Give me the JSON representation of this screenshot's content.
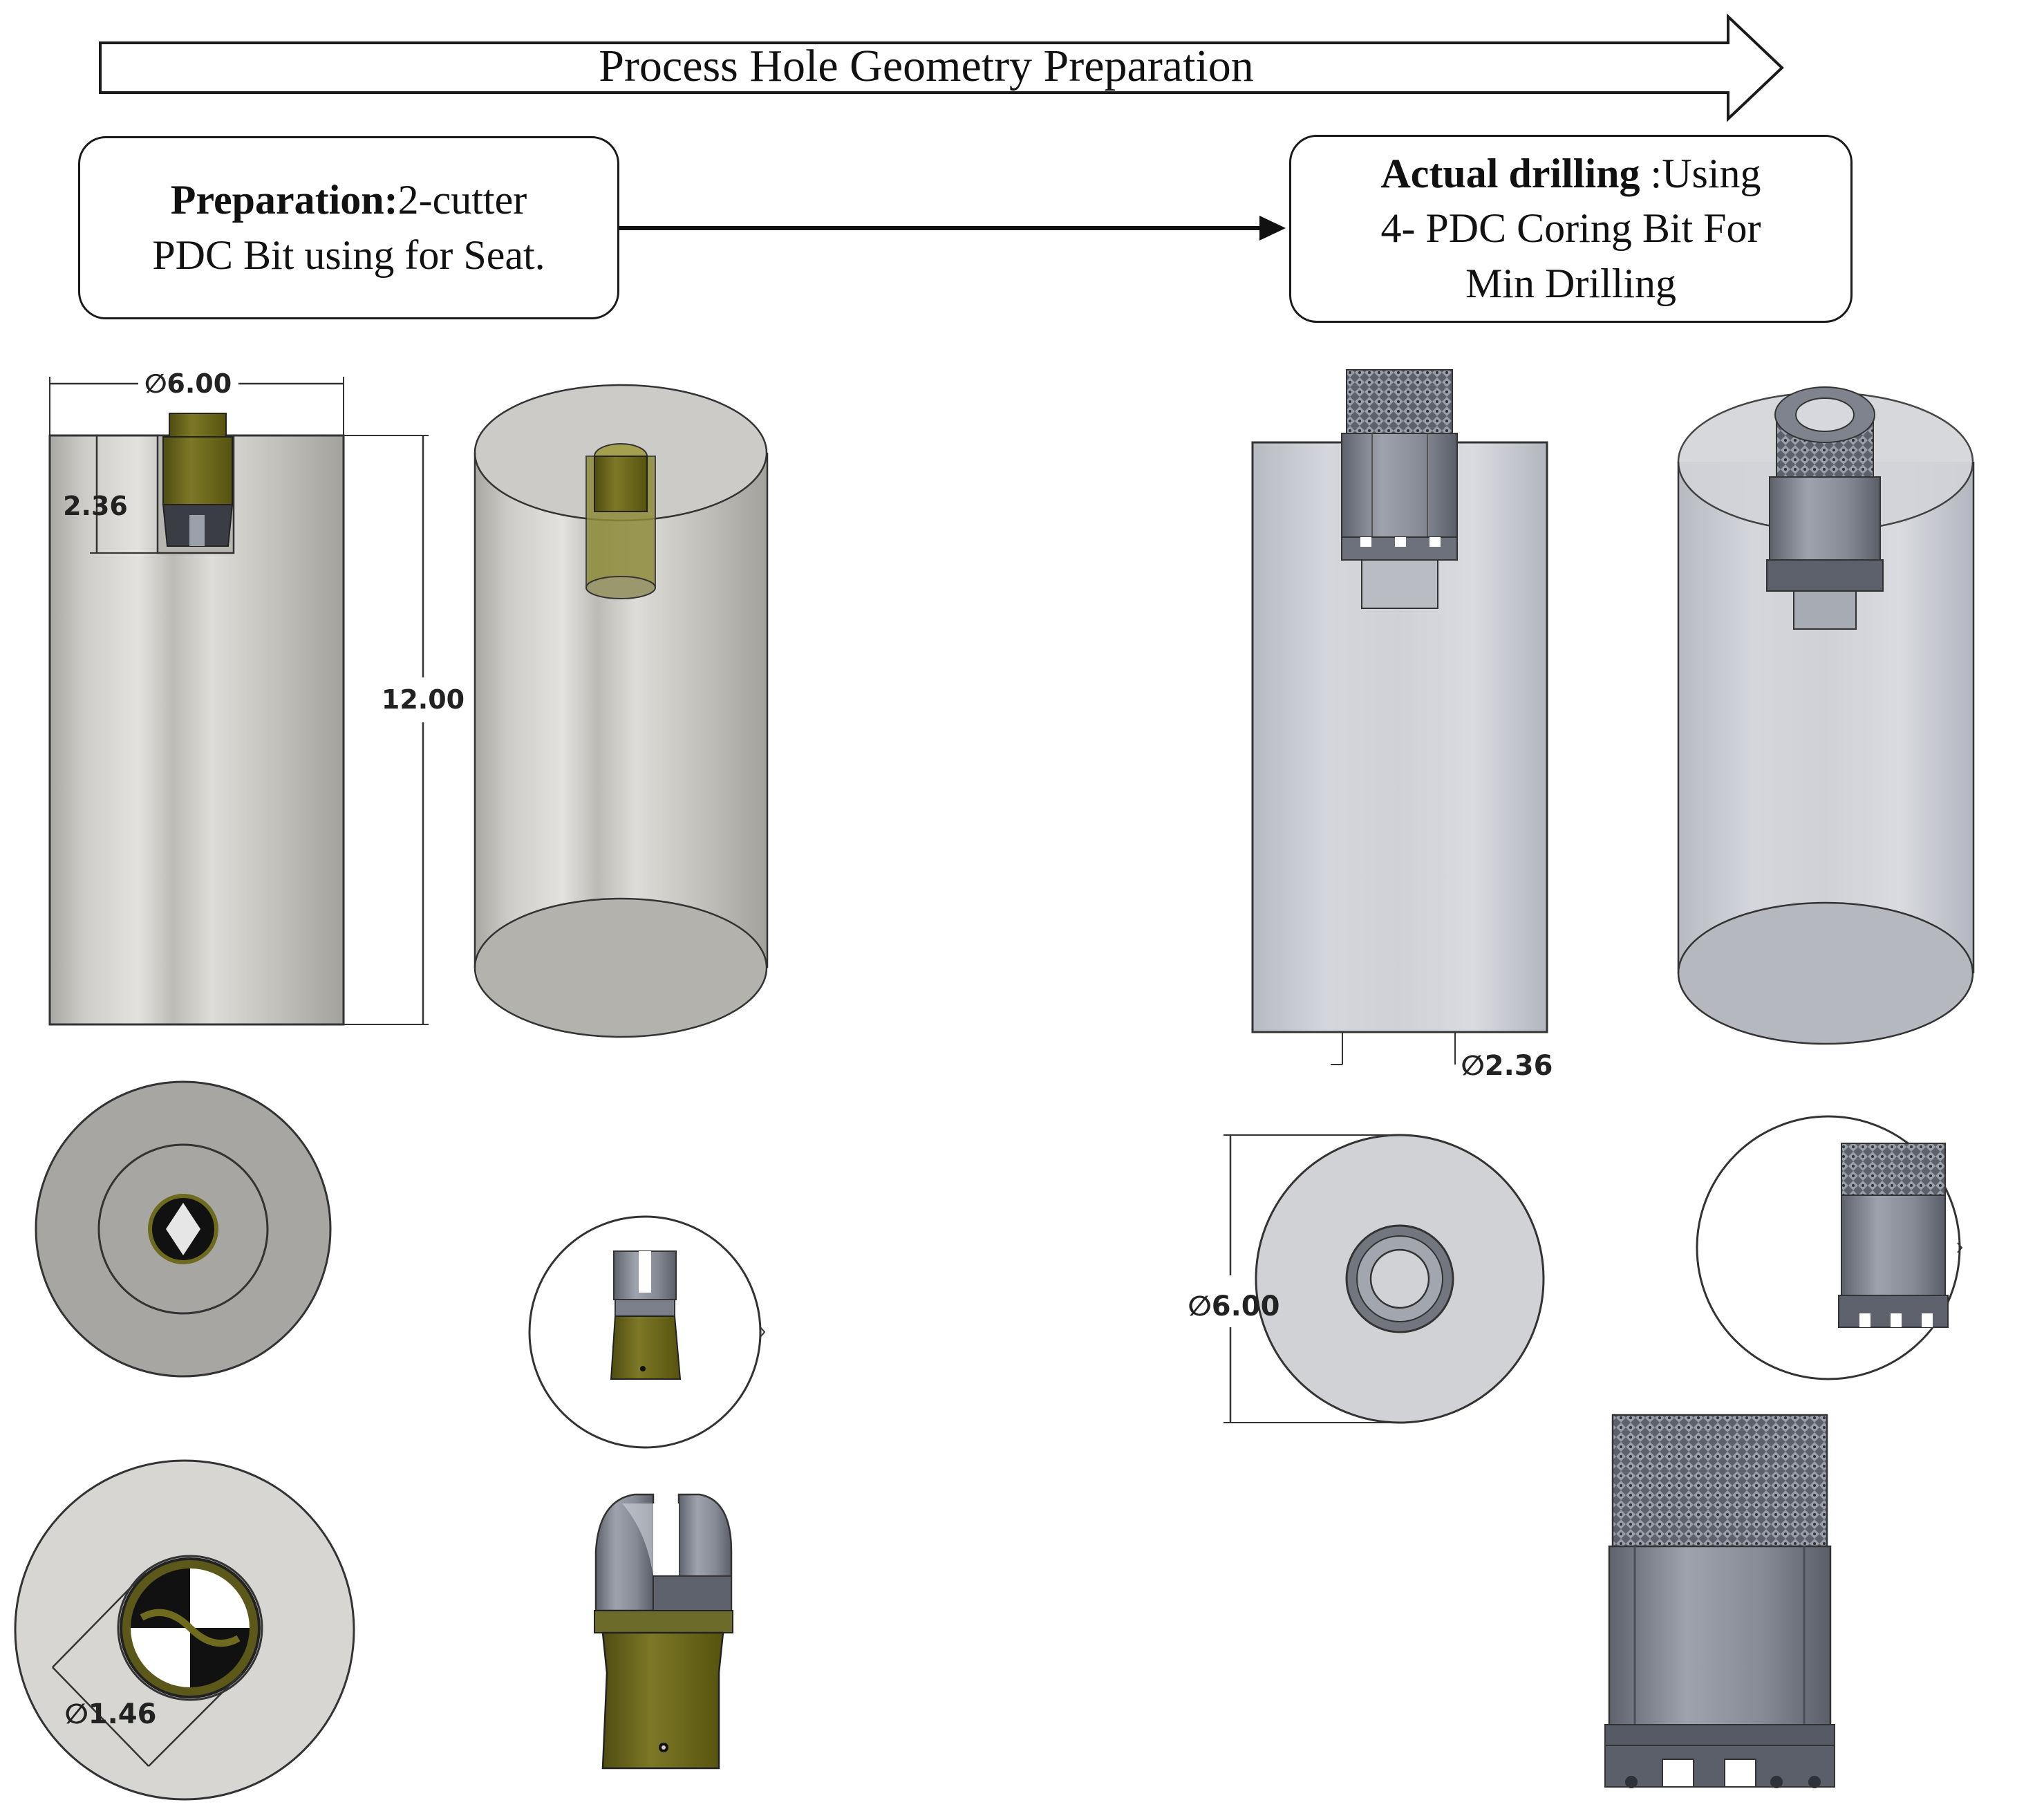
{
  "banner": {
    "text": "Process Hole Geometry Preparation"
  },
  "prep_box": {
    "bold": "Preparation:",
    "rest": "2-cutter",
    "line2": "PDC Bit using for Seat."
  },
  "drill_box": {
    "bold": "Actual drilling",
    "rest": " :Using",
    "line2": "4- PDC Coring Bit For",
    "line3": "Min Drilling"
  },
  "dimensions": {
    "left_width": "∅6.00",
    "left_depth": "2.36",
    "left_height": "12.00",
    "left_bit_dia": "∅1.46",
    "right_depth_dia": "∅2.36",
    "right_dia": "∅6.00"
  },
  "colors": {
    "left_block": "#c8c6c2",
    "right_block": "#cdd0d6",
    "olive_bit": "#6e6a1e",
    "steel_bit": "#8a8f9a",
    "line": "#1a1a1a"
  }
}
